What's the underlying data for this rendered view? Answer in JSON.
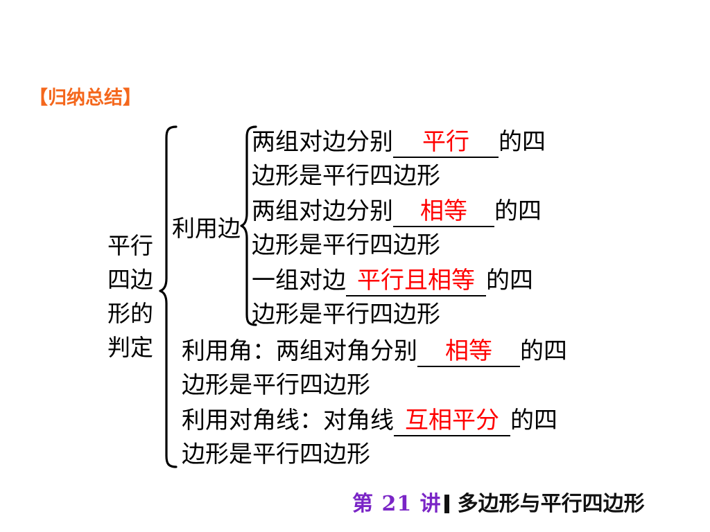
{
  "page": {
    "background_color": "#FFFFFF",
    "accent_orange": "#F4671C",
    "blank_red": "#FF0000",
    "footer_purple": "#7A25C6"
  },
  "title": {
    "text": "【归纳总结】"
  },
  "diagram": {
    "root_label_lines": [
      "平行",
      "四边",
      "形的",
      "判定"
    ],
    "branch_side_label": "利用边",
    "statements": [
      {
        "id": "side-parallel",
        "prefix": "两组对边分别",
        "blank": "平行",
        "suffix": "的四",
        "continuation": "边形是平行四边形"
      },
      {
        "id": "side-equal",
        "prefix": "两组对边分别",
        "blank": "相等",
        "suffix": "的四",
        "continuation": "边形是平行四边形"
      },
      {
        "id": "side-parallel-and-equal",
        "prefix": "一组对边",
        "blank": "平行且相等",
        "suffix": "的四",
        "continuation": "边形是平行四边形"
      },
      {
        "id": "angle",
        "prefix": "利用角：两组对角分别",
        "blank": "相等",
        "suffix": "的四",
        "continuation": "边形是平行四边形"
      },
      {
        "id": "diagonal",
        "prefix": "利用对角线：对角线",
        "blank": "互相平分",
        "suffix": "的四",
        "continuation": "边形是平行四边形"
      }
    ]
  },
  "footer": {
    "lecture": "第 21 讲",
    "topic": "多边形与平行四边形"
  }
}
